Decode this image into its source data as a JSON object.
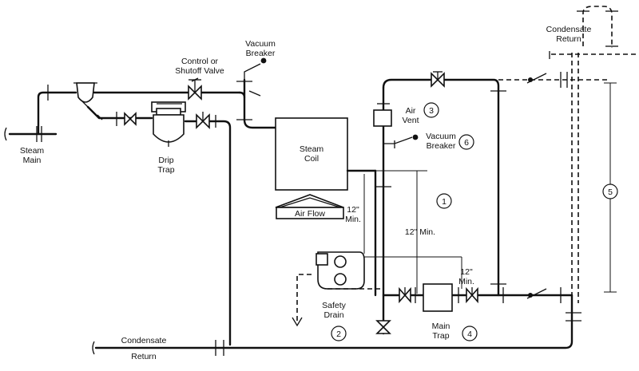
{
  "labels": {
    "steam_main": [
      "Steam",
      "Main"
    ],
    "drip_trap": [
      "Drip",
      "Trap"
    ],
    "control_valve": [
      "Control or",
      "Shutoff Valve"
    ],
    "vacuum_breaker_top": [
      "Vacuum",
      "Breaker"
    ],
    "steam_coil": [
      "Steam",
      "Coil"
    ],
    "air_flow": "Air Flow",
    "air_vent": [
      "Air",
      "Vent"
    ],
    "vacuum_breaker_mid": [
      "Vacuum",
      "Breaker"
    ],
    "condensate_return_top": [
      "Condensate",
      "Return"
    ],
    "min_12_left": [
      "12\"",
      "Min."
    ],
    "min_12_mid": "12\" Min.",
    "min_12_right": [
      "12\"",
      "Min."
    ],
    "safety_drain": [
      "Safety",
      "Drain"
    ],
    "main_trap": [
      "Main",
      "Trap"
    ],
    "condensate_bottom": "Condensate",
    "return_bottom": "Return"
  },
  "callouts": {
    "c1": "1",
    "c2": "2",
    "c3": "3",
    "c4": "4",
    "c5": "5",
    "c6": "6"
  }
}
